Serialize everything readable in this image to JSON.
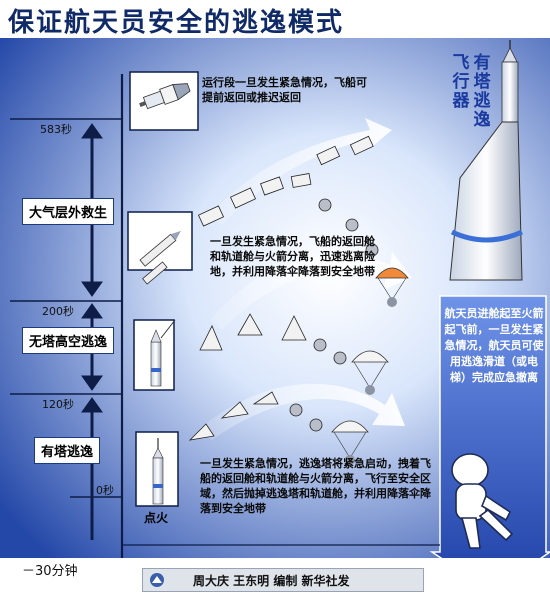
{
  "title": "保证航天员安全的逃逸模式",
  "timeline": {
    "t583": "583秒",
    "t200": "200秒",
    "t120": "120秒",
    "t0": "0秒",
    "tminus30": "－30分钟"
  },
  "stages": {
    "atmosphere_rescue": "大气层外救生",
    "no_tower_escape": "无塔高空逃逸",
    "tower_escape": "有塔逃逸"
  },
  "notes": {
    "top": "运行段一旦发生紧急情况，飞船可提前返回或推迟返回",
    "mid": "一旦发生紧急情况，飞船的返回舱和轨道舱与火箭分离，迅速逃离险地，并利用降落伞降落到安全地带",
    "low": "一旦发生紧急情况，逃逸塔将紧急启动，拽着飞船的返回舱和轨道舱与火箭分离，飞行至安全区域，然后抛掉逃逸塔和轨道舱，并利用降落伞降落到安全地带"
  },
  "vertical_label_1": "飞行器",
  "vertical_label_2": "有塔逃逸",
  "right_note": "航天员进舱起至火箭起飞前，一旦发生紧急情况，航天员可使用逃逸滑道（或电梯）完成应急撤离",
  "ignition": "点火",
  "footer": "周大庆 王东明 编制 新华社发",
  "colors": {
    "title": "#0f2a66",
    "background_blue": "#2a55b8",
    "label_border": "#1d3b7a"
  }
}
